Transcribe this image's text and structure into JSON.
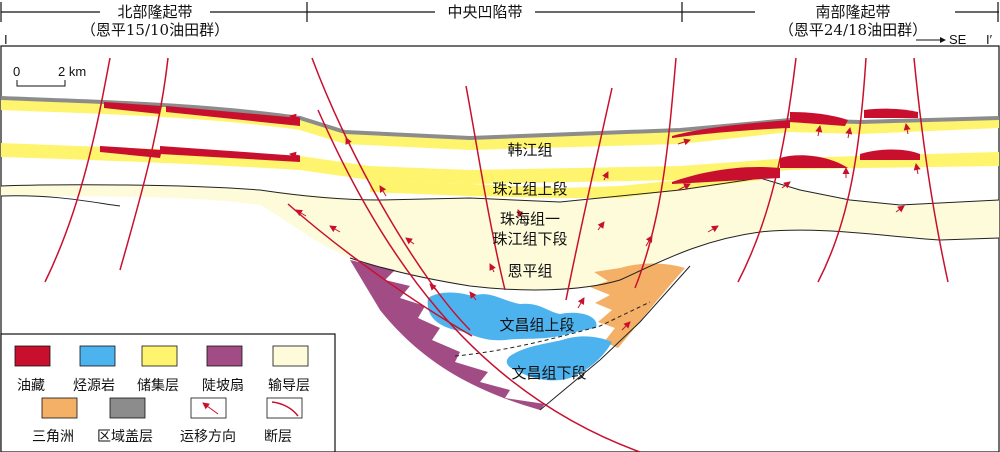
{
  "colors": {
    "oil": "#c8102e",
    "source": "#4db3ef",
    "reservoir": "#fff46e",
    "fan": "#a24c86",
    "carrier": "#fdfbd9",
    "delta": "#f4b066",
    "cap": "#8c8c8c",
    "fault": "#c8102e"
  },
  "header": {
    "north": {
      "title": "北部隆起带",
      "subtitle": "（恩平15/10油田群）"
    },
    "central": {
      "title": "中央凹陷带"
    },
    "south": {
      "title": "南部隆起带",
      "subtitle": "（恩平24/18油田群）"
    }
  },
  "section": {
    "start": "I",
    "end": "I′",
    "direction": "SE"
  },
  "scale": {
    "zero": "0",
    "label": "2 km"
  },
  "formations": {
    "hanjiang": "韩江组",
    "zhujiang_upper": "珠江组上段",
    "zhuhai_1": "珠海组一",
    "zhuhai_2": "珠江组下段",
    "enping": "恩平组",
    "wenchang_upper": "文昌组上段",
    "wenchang_lower": "文昌组下段"
  },
  "legend": {
    "items": [
      {
        "label": "油藏",
        "icon": "oil-swatch"
      },
      {
        "label": "烃源岩",
        "icon": "source-rock-swatch"
      },
      {
        "label": "储集层",
        "icon": "reservoir-swatch"
      },
      {
        "label": "陡坡扇",
        "icon": "fan-swatch"
      },
      {
        "label": "输导层",
        "icon": "carrier-swatch"
      },
      {
        "label": "三角洲",
        "icon": "delta-swatch"
      },
      {
        "label": "区域盖层",
        "icon": "cap-swatch"
      },
      {
        "label": "运移方向",
        "icon": "migration-arrow-icon"
      },
      {
        "label": "断层",
        "icon": "fault-line-icon"
      }
    ]
  }
}
